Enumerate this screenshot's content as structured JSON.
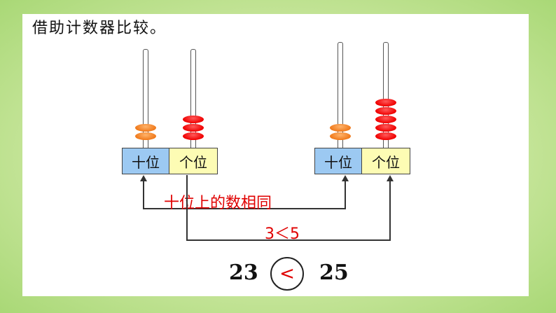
{
  "title": "借助计数器比较。",
  "left_counter": {
    "tens_label": "十位",
    "ones_label": "个位",
    "tens_beads": 2,
    "ones_beads": 3
  },
  "right_counter": {
    "tens_label": "十位",
    "ones_label": "个位",
    "tens_beads": 2,
    "ones_beads": 5
  },
  "tens_same_text": "十位上的数相同",
  "ones_compare_text": "3＜5",
  "comparison": {
    "left_number": "23",
    "symbol": "<",
    "right_number": "25"
  },
  "colors": {
    "tens_bead": "#f07a1c",
    "ones_bead": "#f00000",
    "tens_cell": "#9cc9f2",
    "ones_cell": "#fdfcb4",
    "annotation": "#e00000"
  }
}
